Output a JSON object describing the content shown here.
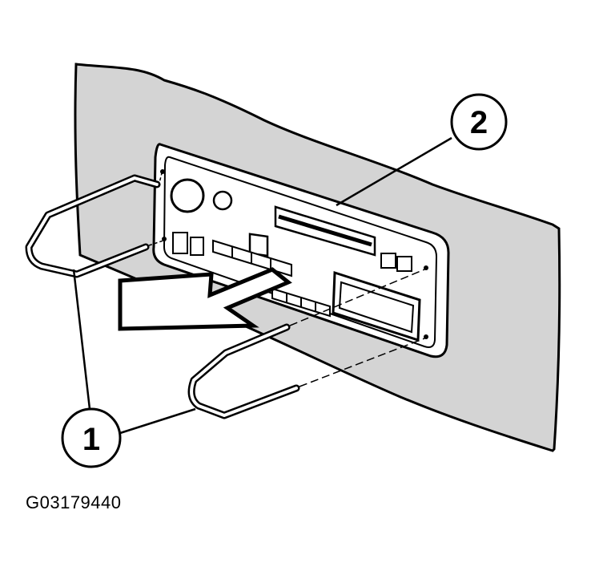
{
  "diagram": {
    "figure_code": "G03179440",
    "callouts": [
      {
        "id": "1",
        "label": "1"
      },
      {
        "id": "2",
        "label": "2"
      }
    ],
    "colors": {
      "panel_fill": "#d4d4d4",
      "stroke": "#000000",
      "background": "#ffffff"
    }
  }
}
